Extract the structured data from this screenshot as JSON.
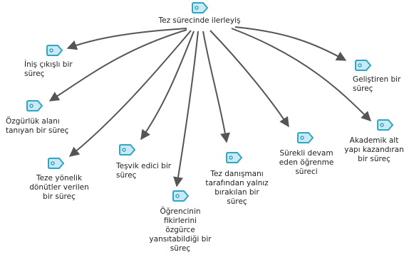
{
  "root": {
    "label": "Tez sürecinde ilerleyiş"
  },
  "nodes": [
    {
      "id": "n1",
      "label": "İniş çıkışlı bir\nsüreç"
    },
    {
      "id": "n2",
      "label": "Özgürlük alanı\ntanıyan bir süreç"
    },
    {
      "id": "n3",
      "label": "Teze yönelik\ndönütler verilen\nbir süreç"
    },
    {
      "id": "n4",
      "label": "Teşvik edici bir\nsüreç"
    },
    {
      "id": "n5",
      "label": "Öğrencinin\nfikirlerini\nözgürce\nyansıtabildiği bir\nsüreç"
    },
    {
      "id": "n6",
      "label": "Tez danışmanı\ntarafından yalnız\nbırakılan bir\nsüreç"
    },
    {
      "id": "n7",
      "label": "Sürekli devam\neden öğrenme\nsüreci"
    },
    {
      "id": "n8",
      "label": "Akademik alt\nyapı kazandıran\nbir süreç"
    },
    {
      "id": "n9",
      "label": "Geliştiren bir\nsüreç"
    }
  ],
  "colors": {
    "tag_fill": "#c9eaf5",
    "tag_stroke": "#2fa6c4",
    "arrow": "#555555"
  }
}
